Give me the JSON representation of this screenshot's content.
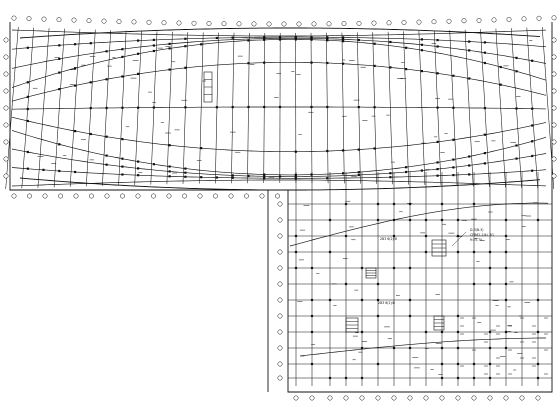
{
  "drawing": {
    "notes": [
      {
        "id": "note-1",
        "lines": [
          "D-3(B-3)",
          "CFB62-2/4L 3G",
          "H=5.70"
        ]
      },
      {
        "id": "note-2",
        "lines": [
          "2B3 6(2)/8"
        ]
      },
      {
        "id": "note-3",
        "lines": [
          "2B3 6(2)/8"
        ]
      }
    ]
  },
  "colors": {
    "line": "#111111",
    "background": "#ffffff"
  }
}
